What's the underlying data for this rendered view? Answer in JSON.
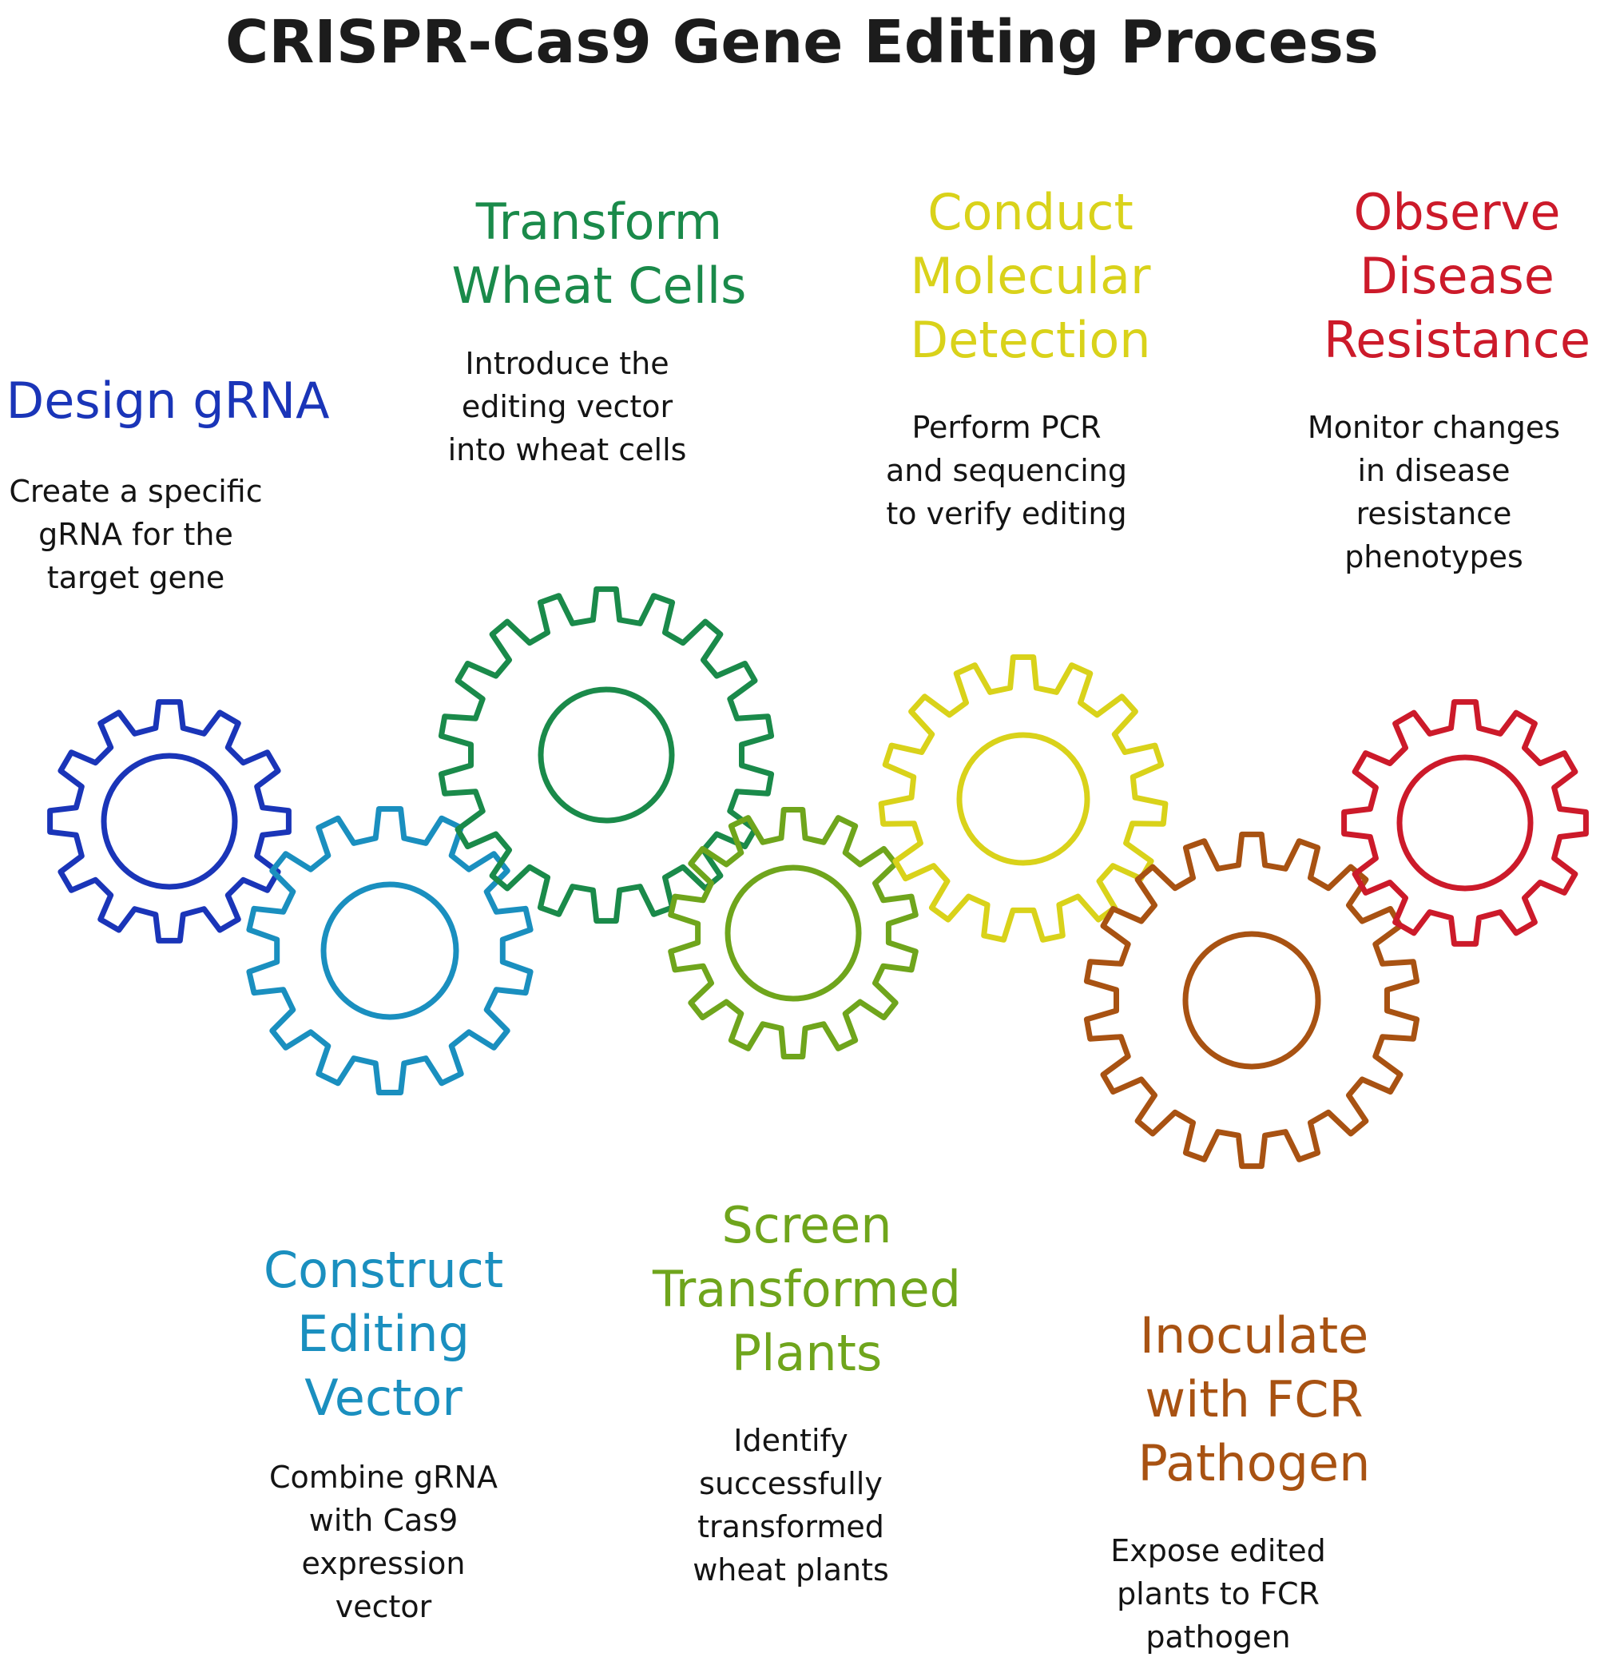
{
  "title": "CRISPR-Cas9 Gene Editing Process",
  "steps": [
    {
      "title": "Design gRNA",
      "description": "Create a specific\ngRNA for the\ntarget gene",
      "color": "#1a35b8",
      "teeth": 12
    },
    {
      "title": "Construct\nEditing\nVector",
      "description": "Combine gRNA\nwith Cas9\nexpression\nvector",
      "color": "#1a8fbf",
      "teeth": 14
    },
    {
      "title": "Transform\nWheat Cells",
      "description": "Introduce the\nediting vector\ninto wheat cells",
      "color": "#1a8a4a",
      "teeth": 18
    },
    {
      "title": "Screen\nTransformed\nPlants",
      "description": "Identify\nsuccessfully\ntransformed\nwheat plants",
      "color": "#6fa51c",
      "teeth": 14
    },
    {
      "title": "Conduct\nMolecular\nDetection",
      "description": "Perform PCR\nand sequencing\nto verify editing",
      "color": "#d9d21a",
      "teeth": 15
    },
    {
      "title": "Inoculate\nwith FCR\nPathogen",
      "description": "Expose edited\nplants to FCR\npathogen",
      "color": "#a85212",
      "teeth": 18
    },
    {
      "title": "Observe\nDisease\nResistance",
      "description": "Monitor changes\nin disease\nresistance\nphenotypes",
      "color": "#cc1a2a",
      "teeth": 12
    }
  ]
}
